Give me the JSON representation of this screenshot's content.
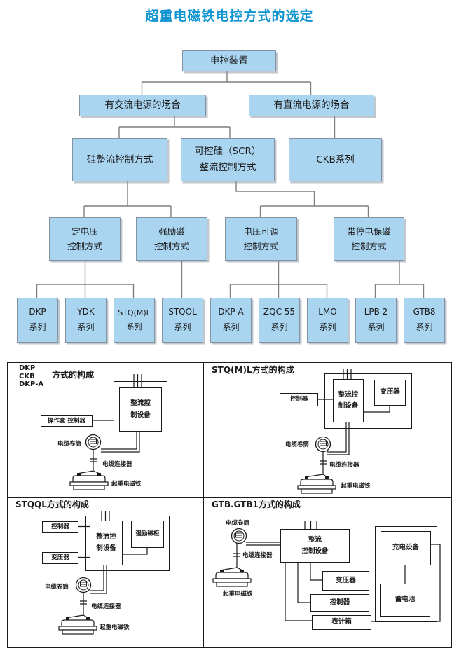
{
  "title": "超重电磁铁电控方式的选定",
  "colors": {
    "title_blue": "#1095d0",
    "node_fill": "#aad5f1",
    "node_border": "#8491a0",
    "tree_line": "#7f7f7f",
    "panel_line": "#1a1a1a"
  },
  "tree": {
    "root": "电控装置",
    "ac": "有交流电源的场合",
    "dc": "有直流电源的场合",
    "si": "硅整流控制方式",
    "scr": "可控硅（SCR）\n整流控制方式",
    "ckb": "CKB系列",
    "l4": [
      "定电压\n控制方式",
      "强励磁\n控制方式",
      "电压可调\n控制方式",
      "带停电保磁\n控制方式"
    ],
    "series": [
      "DKP\n系列",
      "YDK\n系列",
      "STQ(M)L\n系列",
      "STQOL\n系列",
      "DKP-A\n系列",
      "ZQC 55\n系列",
      "LMO\n系列",
      "LPB 2\n系列",
      "GTB8\n系列"
    ]
  },
  "panels": {
    "p1": {
      "series_label": "DKP\nCKB\nDKP-A",
      "title": "方式的构成",
      "rectifier": "整流控\n制设备",
      "operator": "操作盒 控制器",
      "reel": "电缆卷筒",
      "connector": "电缆连接器",
      "magnet": "起重电磁铁"
    },
    "p2": {
      "title": "STQ(M)L方式的构成",
      "rectifier": "整流控\n制设备",
      "controller": "控制器",
      "transformer": "变压器",
      "reel": "电缆卷筒",
      "connector": "电缆连接器",
      "magnet": "起重电磁铁"
    },
    "p3": {
      "title": "STQQL方式的构成",
      "rectifier": "整流控\n制设备",
      "controller": "控制器",
      "transformer": "变压器",
      "excitation": "强励磁柜",
      "reel": "电缆卷筒",
      "connector": "电缆连接器",
      "magnet": "起重电磁铁"
    },
    "p4": {
      "title": "GTB.GTB1方式的构成",
      "rectifier": "整流\n控制设备",
      "transformer": "变压器",
      "controller": "控制器",
      "meter": "表计箱",
      "charger": "充电设备",
      "battery": "蓄电池",
      "reel": "电缆卷筒",
      "connector": "电缆连接器",
      "magnet": "起重电磁铁"
    }
  }
}
